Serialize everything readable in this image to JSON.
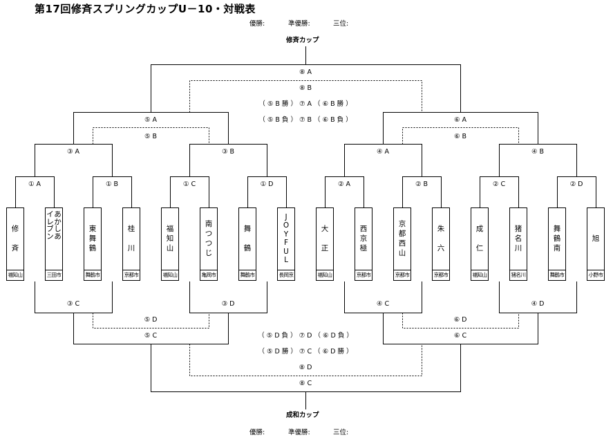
{
  "title": "第17回修斉スプリングカップU－10・対戦表",
  "podium": {
    "winner": "優勝:",
    "runner_up": "準優勝:",
    "third": "三位:"
  },
  "cups": {
    "top": "修斉カップ",
    "bottom": "成和カップ"
  },
  "teams": [
    {
      "name": "修　斉",
      "city": "福知山"
    },
    {
      "name": "あかしあイレブン",
      "city": "三田市"
    },
    {
      "name": "東舞鶴",
      "city": "舞鶴市"
    },
    {
      "name": "桂　川",
      "city": "京都市"
    },
    {
      "name": "福知山",
      "city": "福知山"
    },
    {
      "name": "南つつじ",
      "city": "亀岡市"
    },
    {
      "name": "舞　鶴",
      "city": "舞鶴市"
    },
    {
      "name": "JOYFUL",
      "city": "長岡京"
    },
    {
      "name": "大　正",
      "city": "福知山"
    },
    {
      "name": "西京極",
      "city": "京都市"
    },
    {
      "name": "京都西山",
      "city": "京都市"
    },
    {
      "name": "朱　六",
      "city": "京都市"
    },
    {
      "name": "成　仁",
      "city": "福知山"
    },
    {
      "name": "猪名川",
      "city": "猪名川"
    },
    {
      "name": "舞鶴南",
      "city": "舞鶴市"
    },
    {
      "name": "旭",
      "city": "小野市"
    }
  ],
  "labels": {
    "r1": [
      "① A",
      "① B",
      "① C",
      "① D",
      "② A",
      "② B",
      "② C",
      "② D"
    ],
    "r2_top": [
      "③ A",
      "③ B",
      "④ A",
      "④ B"
    ],
    "r3_top": [
      "⑤ A",
      "⑤ B",
      "⑥ A",
      "⑥ B"
    ],
    "r4_top": [
      "⑧ A",
      "⑧ B"
    ],
    "mid_top": [
      "（ ⑤ B 勝 ） ⑦ A （ ⑥ B 勝 ）",
      "（ ⑤ B 負 ） ⑦ B （ ⑥ B 負 ）"
    ],
    "r2_bot": [
      "③ C",
      "③ D",
      "④ C",
      "④ D"
    ],
    "r3_bot": [
      "⑤ D",
      "⑤ C",
      "⑥ D",
      "⑥ C"
    ],
    "mid_bot": [
      "（ ⑤ D 負 ） ⑦ D （ ⑥ D 負 ）",
      "（ ⑤ D 勝 ） ⑦ C （ ⑥ D 勝 ）"
    ],
    "r4_bot": [
      "⑧ D",
      "⑧ C"
    ]
  }
}
